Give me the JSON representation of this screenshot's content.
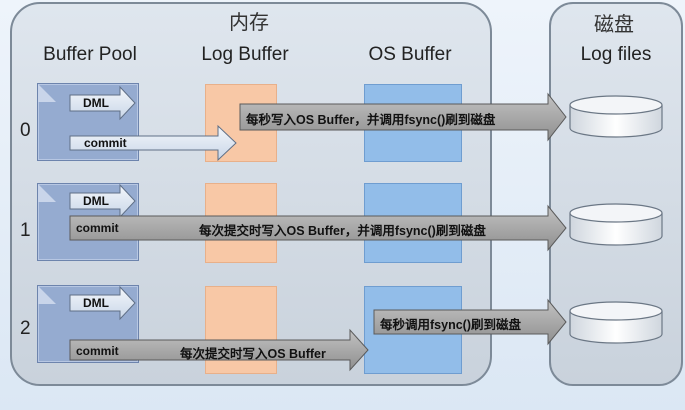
{
  "memory_title": "内存",
  "disk_title": "磁盘",
  "headers": {
    "buffer_pool": "Buffer Pool",
    "log_buffer": "Log Buffer",
    "os_buffer": "OS Buffer",
    "log_files": "Log files"
  },
  "rows": [
    {
      "num": "0",
      "dml": "DML",
      "commit": "commit",
      "flow_text": "每秒写入OS Buffer，并调用fsync()刷到磁盘"
    },
    {
      "num": "1",
      "dml": "DML",
      "commit": "commit",
      "flow_text": "每次提交时写入OS Buffer，并调用fsync()刷到磁盘"
    },
    {
      "num": "2",
      "dml": "DML",
      "commit": "commit",
      "commit_text": "每次提交时写入OS Buffer",
      "flow_text": "每秒调用fsync()刷到磁盘"
    }
  ],
  "colors": {
    "buffer_pool": "#95abd0",
    "log_buffer": "#f8c8a6",
    "os_buffer": "#92bde9",
    "arrow_light": "#e8eef7",
    "arrow_dark": "#a9a9a9"
  }
}
